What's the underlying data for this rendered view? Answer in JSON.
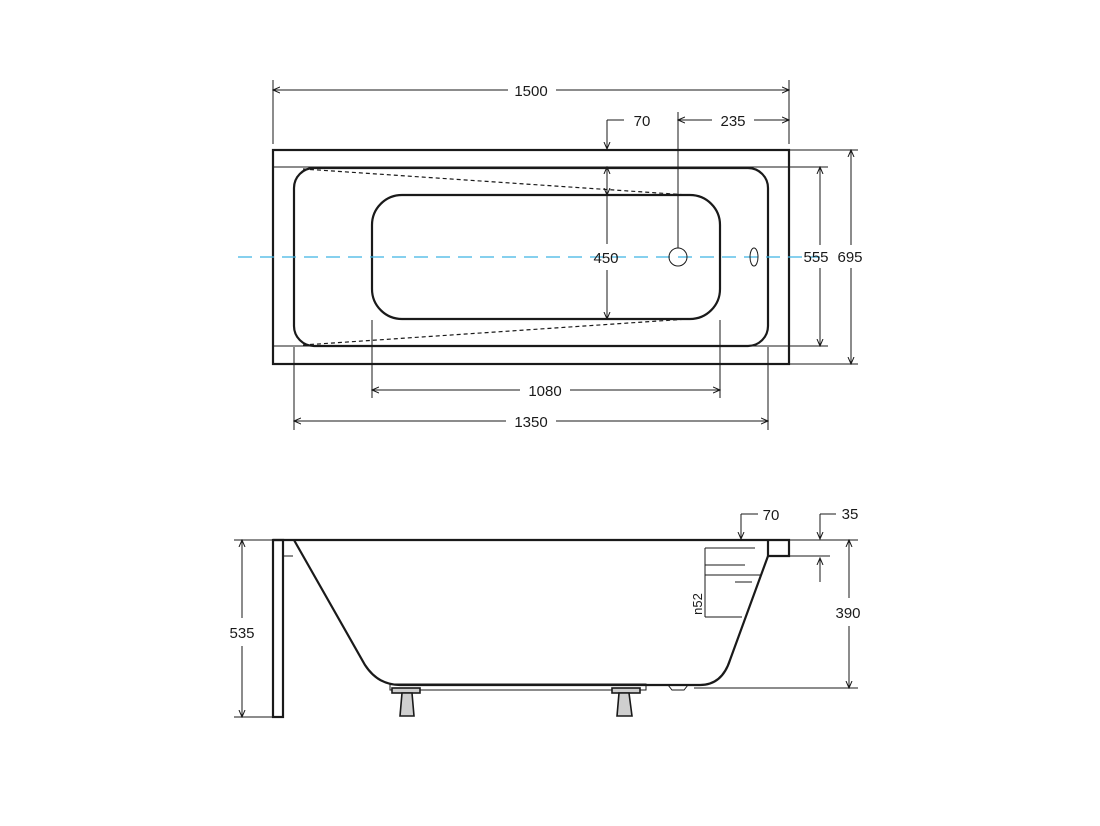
{
  "colors": {
    "line": "#1a1a1a",
    "centerline": "#3fb3e3",
    "background": "#ffffff"
  },
  "top_view": {
    "dim_overall_length": "1500",
    "dim_drain_offset": "70",
    "dim_drain_from_edge": "235",
    "dim_inner_width": "450",
    "dim_width_inner": "555",
    "dim_overall_width": "695",
    "dim_bottom_length": "1080",
    "dim_inner_length": "1350"
  },
  "side_view": {
    "dim_top_offset": "70",
    "dim_rim_thickness": "35",
    "dim_overall_height": "535",
    "dim_depth": "390",
    "dim_overflow": "n52"
  }
}
